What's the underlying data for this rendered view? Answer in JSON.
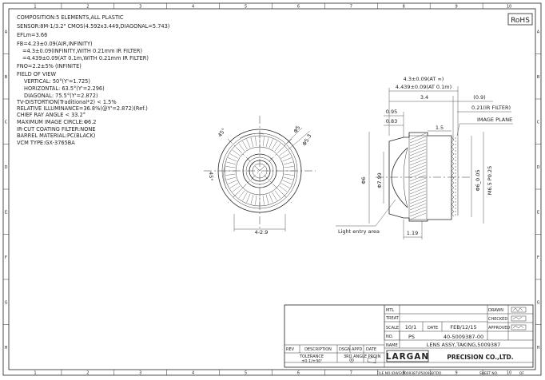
{
  "border": {
    "col_numbers": [
      "1",
      "2",
      "3",
      "4",
      "5",
      "6",
      "7",
      "8",
      "9",
      "10"
    ],
    "row_letters": [
      "A",
      "B",
      "C",
      "D",
      "E",
      "F",
      "G",
      "H"
    ]
  },
  "rohs": "RoHS",
  "specs": [
    "COMPOSITION:5 ELEMENTS,ALL PLASTIC",
    "SENSOR:8M-1/3.2\" CMOS(4.592x3.449,DIAGONAL=5.743)",
    "EFLm=3.66",
    "FB=4.23±0.09(AIR,INFINITY)",
    "=4.3±0.09(INFINITY,WITH 0.21mm IR FILTER)",
    "=4.439±0.09(AT 0.1m,WITH 0.21mm IR FILTER)",
    "FNO=2.2±5% (INFINITE)",
    "FIELD OF VIEW",
    "VERTICAL: 50°(Y'=1.725)",
    "HORIZONTAL: 63.5°(Y'=2.296)",
    "DIAGONAL: 75.5°(Y'=2.872)",
    "TV-DISTORTION(Traditional*2) < 1.5%",
    "RELATIVE ILLUMINANCE=36.8%(@Y'=2.872)(Ref.)",
    "CHIEF RAY ANGLE < 33.2°",
    "MAXIMUM IMAGE CIRCLE:Φ6.2",
    "IR-CUT COATING FILTER:NONE",
    "BARREL MATERIAL:PC(BLACK)",
    "VCM TYPE:GX-3765BA"
  ],
  "front_view": {
    "angle_top": "45°",
    "angle_left": "45°",
    "dia_small": "Φ5",
    "dia_large": "Φ5.3",
    "bottom_dim": "4-2.9"
  },
  "side_view": {
    "fb_air": "4.3±0.09(AT ∞)",
    "fb_near": "4.439±0.09(AT 0.1m)",
    "len_34": "3.4",
    "len_09": "(0.9)",
    "d095": "0.95",
    "d083": "0.83",
    "d15": "1.5",
    "ir_filter": "0.21(IR FILTER)",
    "image_plane": "IMAGE PLANE",
    "d_phi6": "Φ6",
    "d_phi799": "Φ7.99",
    "d_phi6_dcs": "Φ6_0.05",
    "thread": "M6.5 P0.25",
    "light_area": "Light entry area",
    "d119": "1.19"
  },
  "title_block": {
    "mtl_label": "MTL",
    "treat_label": "TREAT",
    "scale_label": "SCALE",
    "scale_value": "10/1",
    "date_label": "DATE",
    "date_value": "FEB/12/15",
    "no_label": "NO.",
    "no_value": "PS",
    "drawing_no": "40-5009387-00",
    "name_label": "NAME",
    "name_value": "LENS ASSY,TAKING,5009387",
    "drawn_label": "DRAWN",
    "checked_label": "CHECKED",
    "approved_label": "APPROVED",
    "rev_label": "REV",
    "description_label": "DESCRIPTION",
    "dsgn_label": "DSGN",
    "appd_label": "APPD",
    "date2_label": "DATE",
    "tolerance_label": "TOLERANCE",
    "tolerance_value": "±0.1/±30'",
    "angle_label": "3RD ANGLE PROJN",
    "company": "LARGAN",
    "company_rest": "PRECISION CO.,LTD.",
    "file_no": "FILE NO.\\DWG\\5009387\\P5009387DO",
    "sheet_no": "SHEET NO.",
    "of": "OF"
  }
}
